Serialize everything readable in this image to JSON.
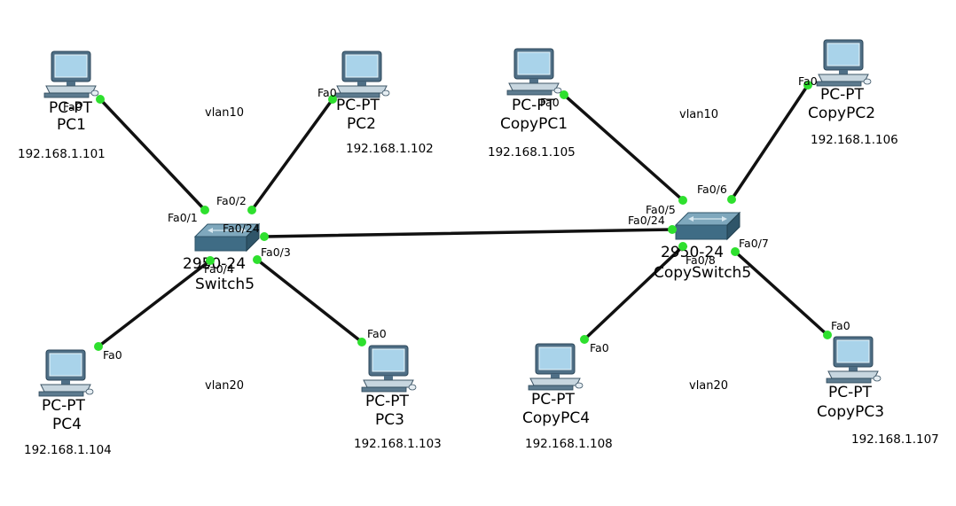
{
  "colors": {
    "link": "#111111",
    "port_up": "#2ee02e",
    "monitor": "#4f6f86",
    "screen": "#a9d3ea",
    "switch_top": "#7fa8bd",
    "switch_side": "#3f6c85"
  },
  "vlan_labels": [
    "vlan10",
    "vlan20",
    "vlan10",
    "vlan20"
  ],
  "switches": [
    {
      "model": "2950-24",
      "name": "Switch5",
      "icon": "switch-icon"
    },
    {
      "model": "2950-24",
      "name": "CopySwitch5",
      "icon": "switch-icon"
    }
  ],
  "pcs": [
    {
      "type": "PC-PT",
      "name": "PC1",
      "ip": "192.168.1.101",
      "port": "Fa0",
      "icon": "pc-icon"
    },
    {
      "type": "PC-PT",
      "name": "PC2",
      "ip": "192.168.1.102",
      "port": "Fa0",
      "icon": "pc-icon"
    },
    {
      "type": "PC-PT",
      "name": "PC3",
      "ip": "192.168.1.103",
      "port": "Fa0",
      "icon": "pc-icon"
    },
    {
      "type": "PC-PT",
      "name": "PC4",
      "ip": "192.168.1.104",
      "port": "Fa0",
      "icon": "pc-icon"
    },
    {
      "type": "PC-PT",
      "name": "CopyPC1",
      "ip": "192.168.1.105",
      "port": "Fa0",
      "icon": "pc-icon"
    },
    {
      "type": "PC-PT",
      "name": "CopyPC2",
      "ip": "192.168.1.106",
      "port": "Fa0",
      "icon": "pc-icon"
    },
    {
      "type": "PC-PT",
      "name": "CopyPC3",
      "ip": "192.168.1.107",
      "port": "Fa0",
      "icon": "pc-icon"
    },
    {
      "type": "PC-PT",
      "name": "CopyPC4",
      "ip": "192.168.1.108",
      "port": "Fa0",
      "icon": "pc-icon"
    }
  ],
  "switch_ports": {
    "sw1": [
      "Fa0/1",
      "Fa0/2",
      "Fa0/3",
      "Fa0/4",
      "Fa0/24"
    ],
    "sw2": [
      "Fa0/5",
      "Fa0/6",
      "Fa0/7",
      "Fa0/8",
      "Fa0/24"
    ]
  },
  "links": [
    {
      "from": "PC1",
      "to": "Switch5",
      "from_port": "Fa0",
      "to_port": "Fa0/1"
    },
    {
      "from": "PC2",
      "to": "Switch5",
      "from_port": "Fa0",
      "to_port": "Fa0/2"
    },
    {
      "from": "PC3",
      "to": "Switch5",
      "from_port": "Fa0",
      "to_port": "Fa0/3"
    },
    {
      "from": "PC4",
      "to": "Switch5",
      "from_port": "Fa0",
      "to_port": "Fa0/4"
    },
    {
      "from": "Switch5",
      "to": "CopySwitch5",
      "from_port": "Fa0/24",
      "to_port": "Fa0/24"
    },
    {
      "from": "CopyPC1",
      "to": "CopySwitch5",
      "from_port": "Fa0",
      "to_port": "Fa0/5"
    },
    {
      "from": "CopyPC2",
      "to": "CopySwitch5",
      "from_port": "Fa0",
      "to_port": "Fa0/6"
    },
    {
      "from": "CopyPC3",
      "to": "CopySwitch5",
      "from_port": "Fa0",
      "to_port": "Fa0/7"
    },
    {
      "from": "CopyPC4",
      "to": "CopySwitch5",
      "from_port": "Fa0",
      "to_port": "Fa0/8"
    }
  ]
}
